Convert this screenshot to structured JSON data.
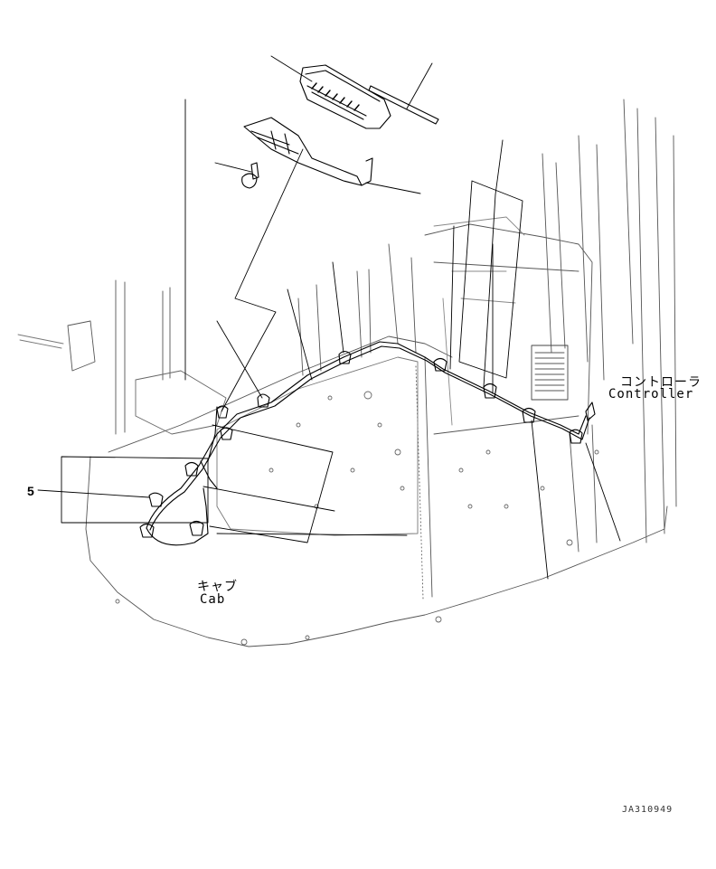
{
  "labels": {
    "controller_jp": "コントローラ",
    "controller_en": "Controller",
    "cab_jp": "キャブ",
    "cab_en": "Cab",
    "callout_5": "5",
    "drawing_number": "JA310949"
  }
}
